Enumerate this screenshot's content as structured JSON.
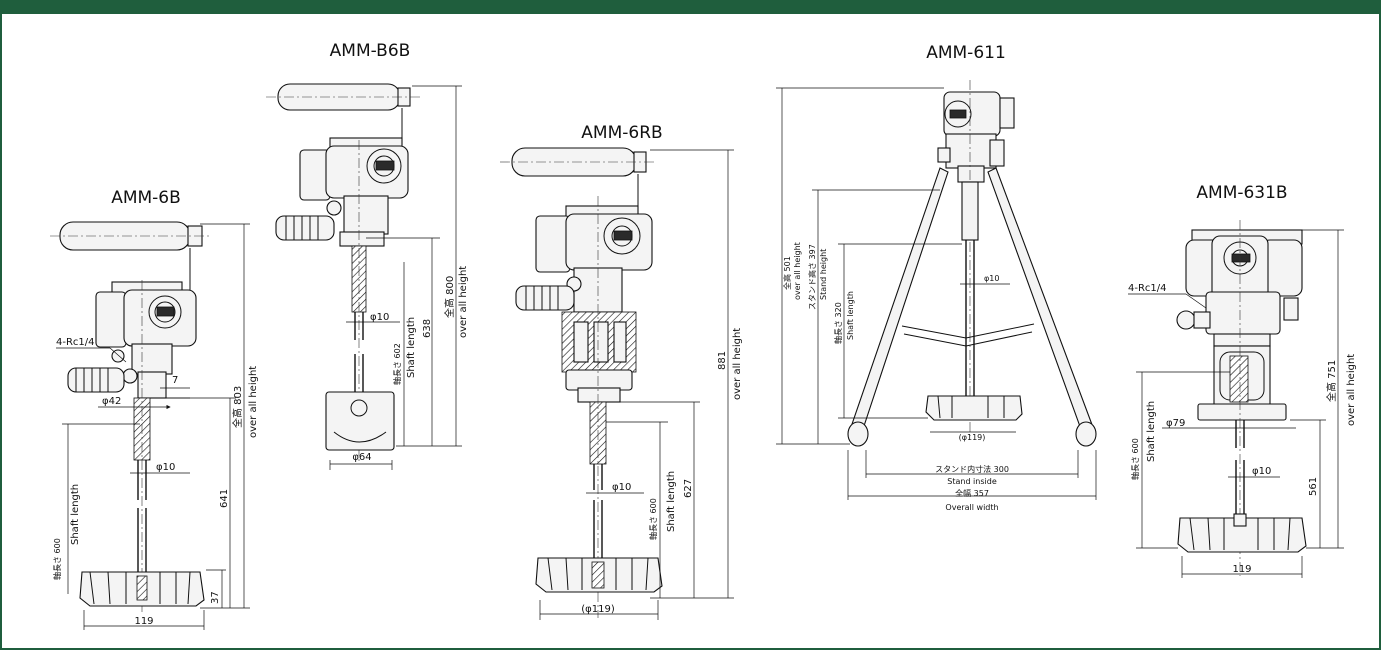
{
  "models": {
    "m1": {
      "title": "AMM-6B",
      "port": "4-Rc1/4",
      "seven": "7",
      "d42": "φ42",
      "d10": "φ10",
      "shaft_jp": "軸長さ 600",
      "shaft_en": "Shaft length",
      "d641": "641",
      "d37": "37",
      "height_jp": "全高 803",
      "height_en": "over all height",
      "w119": "119"
    },
    "m2": {
      "title": "AMM-B6B",
      "d10": "φ10",
      "shaft_jp": "軸長さ 602",
      "shaft_en": "Shaft length",
      "d638": "638",
      "height_jp": "全高 800",
      "height_en": "over all height",
      "d64": "φ64"
    },
    "m3": {
      "title": "AMM-6RB",
      "d10": "φ10",
      "shaft_jp": "軸長さ 600",
      "shaft_en": "Shaft length",
      "d627": "627",
      "d881": "881",
      "height_en": "over all height",
      "w119": "(φ119)"
    },
    "m4": {
      "title": "AMM-611",
      "height_jp": "全高 501",
      "height_en": "over all height",
      "stand_jp": "スタンド高さ 397",
      "stand_en": "Stand height",
      "shaft_jp": "軸長さ 320",
      "shaft_en": "Shaft length",
      "d10": "φ10",
      "w119": "(φ119)",
      "inside_jp": "スタンド内寸法 300",
      "inside_en": "Stand inside",
      "width_jp": "全幅 357",
      "width_en": "Overall width"
    },
    "m5": {
      "title": "AMM-631B",
      "port": "4-Rc1/4",
      "d79": "φ79",
      "d10": "φ10",
      "shaft_jp": "軸長さ 600",
      "shaft_en": "Shaft length",
      "d561": "561",
      "height_jp": "全高 751",
      "height_en": "over all height",
      "w119": "119"
    }
  }
}
